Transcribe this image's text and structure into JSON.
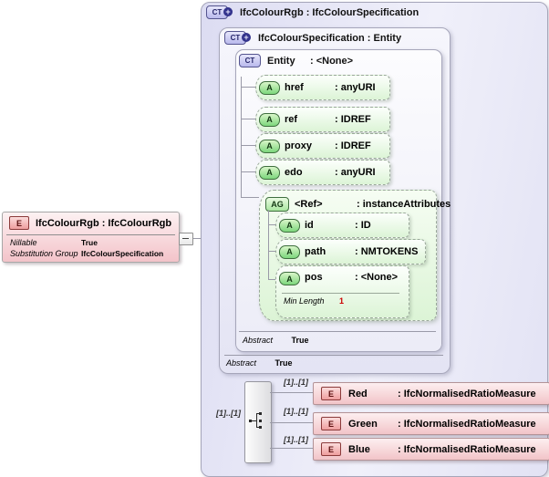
{
  "root_element": {
    "badge": "E",
    "title": "IfcColourRgb : IfcColourRgb",
    "properties": [
      {
        "label": "Nillable",
        "value": "True"
      },
      {
        "label": "Substitution Group",
        "value": "IfcColourSpecification"
      }
    ]
  },
  "outer_type": {
    "badge": "CT",
    "badge_plus": "+",
    "title": "IfcColourRgb : IfcColourSpecification"
  },
  "base_type": {
    "badge": "CT",
    "badge_plus": "+",
    "title": "IfcColourSpecification : Entity",
    "abstract_label": "Abstract",
    "abstract_value": "True"
  },
  "entity_type": {
    "badge": "CT",
    "name": "Entity",
    "type": ": <None>",
    "abstract_label": "Abstract",
    "abstract_value": "True",
    "attributes": [
      {
        "badge": "A",
        "name": "href",
        "type": ": anyURI"
      },
      {
        "badge": "A",
        "name": "ref",
        "type": ": IDREF"
      },
      {
        "badge": "A",
        "name": "proxy",
        "type": ": IDREF"
      },
      {
        "badge": "A",
        "name": "edo",
        "type": ": anyURI"
      }
    ],
    "attribute_group": {
      "badge": "AG",
      "name": "<Ref>",
      "type": ": instanceAttributes",
      "attributes": [
        {
          "badge": "A",
          "name": "id",
          "type": ": ID"
        },
        {
          "badge": "A",
          "name": "path",
          "type": ": NMTOKENS"
        },
        {
          "badge": "A",
          "name": "pos",
          "type": ": <None>",
          "facet_label": "Min Length",
          "facet_value": "1"
        }
      ]
    }
  },
  "sequence": {
    "cardinality": "[1]..[1]",
    "children": [
      {
        "badge": "E",
        "name": "Red",
        "type": ": IfcNormalisedRatioMeasure",
        "cardinality": "[1]..[1]"
      },
      {
        "badge": "E",
        "name": "Green",
        "type": ": IfcNormalisedRatioMeasure",
        "cardinality": "[1]..[1]"
      },
      {
        "badge": "E",
        "name": "Blue",
        "type": ": IfcNormalisedRatioMeasure",
        "cardinality": "[1]..[1]"
      }
    ]
  },
  "colors": {
    "element_pink": "#f2c4c8",
    "attribute_green": "#7cd67c",
    "container_lavender": "#e2e2f4",
    "facet_red": "#cc0000"
  }
}
